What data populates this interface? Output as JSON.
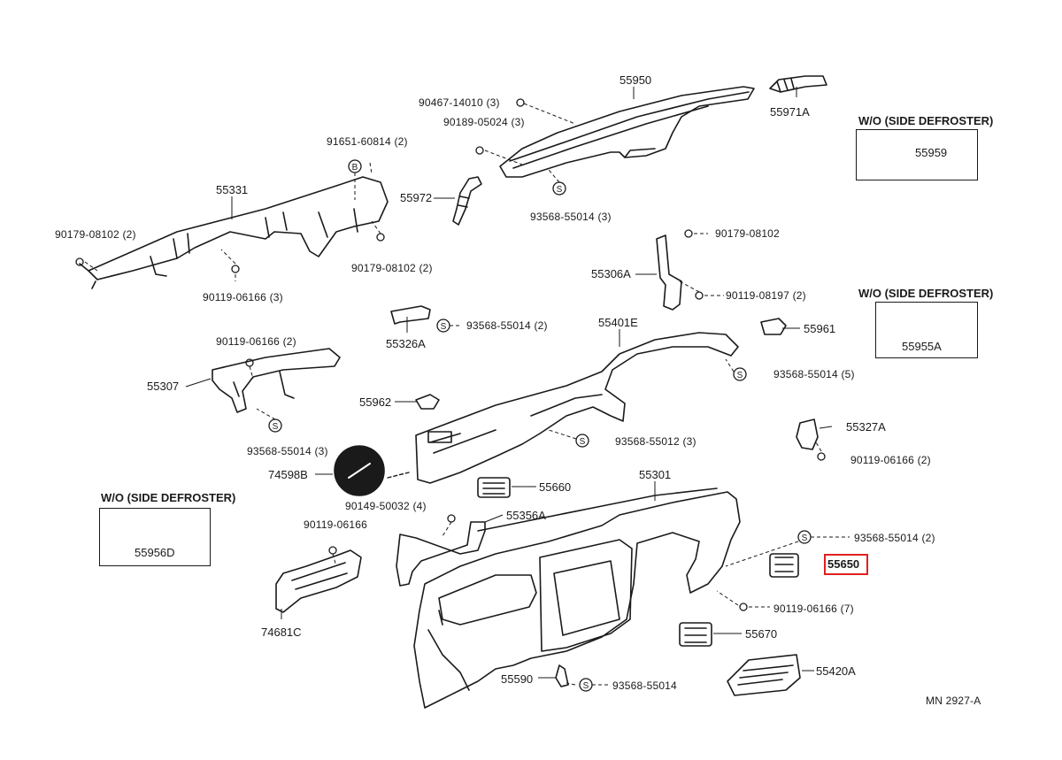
{
  "diagram": {
    "drawing_code": "MN  2927-A",
    "highlighted_part": "55650",
    "box_header": "W/O (SIDE DEFROSTER)",
    "box_parts": [
      "55959",
      "55955A",
      "55956D"
    ],
    "parts": {
      "p55950": "55950",
      "p55971A": "55971A",
      "p90467": "90467-14010 (3)",
      "p90189": "90189-05024 (3)",
      "p91651": "91651-60814 (2)",
      "p55972": "55972",
      "p93568_3a": "93568-55014 (3)",
      "p55331": "55331",
      "p90179a": "90179-08102 (2)",
      "p90179b": "90179-08102 (2)",
      "p90119a": "90119-06166 (3)",
      "p90179c": "90179-08102",
      "p55306A": "55306A",
      "p90119b": "90119-08197 (2)",
      "p55326A": "55326A",
      "p93568_2a": "93568-55014 (2)",
      "p55401E": "55401E",
      "p55961": "55961",
      "p93568_5": "93568-55014 (5)",
      "p90119c": "90119-06166 (2)",
      "p55307": "55307",
      "p93568_3b": "93568-55014 (3)",
      "p55962": "55962",
      "p93568_12": "93568-55012 (3)",
      "p55327A": "55327A",
      "p90119d": "90119-06166 (2)",
      "p74598B": "74598B",
      "p55301": "55301",
      "p55660": "55660",
      "p90149": "90149-50032 (4)",
      "p55356A": "55356A",
      "p93568_2b": "93568-55014 (2)",
      "p55650": "55650",
      "p90119e": "90119-06166",
      "p90119f": "90119-06166 (7)",
      "p74681C": "74681C",
      "p55670": "55670",
      "p55590": "55590",
      "p93568_nb": "93568-55014",
      "p55420A": "55420A"
    }
  },
  "colors": {
    "ink": "#1a1a1a",
    "highlight": "#e02020",
    "paper": "#ffffff"
  }
}
